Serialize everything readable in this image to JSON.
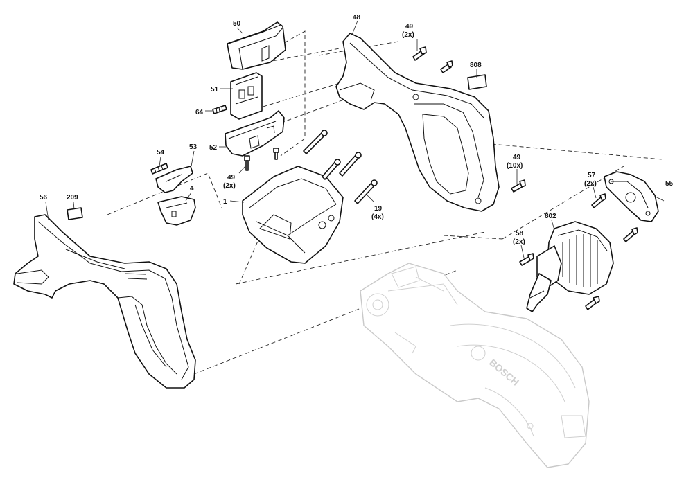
{
  "brand": "BOSCH",
  "labels": {
    "p50": "50",
    "p51": "51",
    "p64": "64",
    "p52": "52",
    "p54": "54",
    "p53": "53",
    "p4": "4",
    "p1": "1",
    "p56": "56",
    "p209": "209",
    "p48": "48",
    "p49a": "49",
    "p49a_qty": "(2x)",
    "p808": "808",
    "p49b": "49",
    "p49b_qty": "(2x)",
    "p19": "19",
    "p19_qty": "(4x)",
    "p49c": "49",
    "p49c_qty": "(10x)",
    "p57": "57",
    "p57_qty": "(2x)",
    "p55": "55",
    "p802": "802",
    "p58": "58",
    "p58_qty": "(2x)"
  }
}
